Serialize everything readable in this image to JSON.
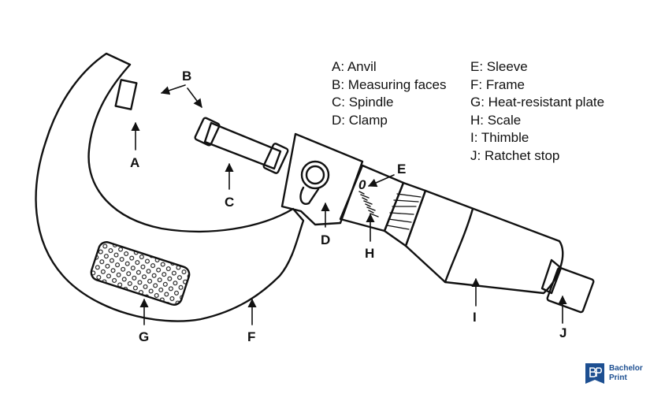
{
  "diagram": {
    "markers": [
      "A",
      "B",
      "C",
      "D",
      "E",
      "F",
      "G",
      "H",
      "I",
      "J"
    ],
    "scale_zero": "0",
    "legend_col1": [
      "A: Anvil",
      "B: Measuring faces",
      "C: Spindle",
      "D: Clamp"
    ],
    "legend_col2": [
      "E: Sleeve",
      "F: Frame",
      "G: Heat-resistant plate",
      "H: Scale",
      "I: Thimble",
      "J: Ratchet stop"
    ]
  },
  "brand": {
    "line1": "Bachelor",
    "line2": "Print",
    "accent": "#1d4f91"
  },
  "colors": {
    "line": "#111111",
    "background": "#ffffff"
  }
}
